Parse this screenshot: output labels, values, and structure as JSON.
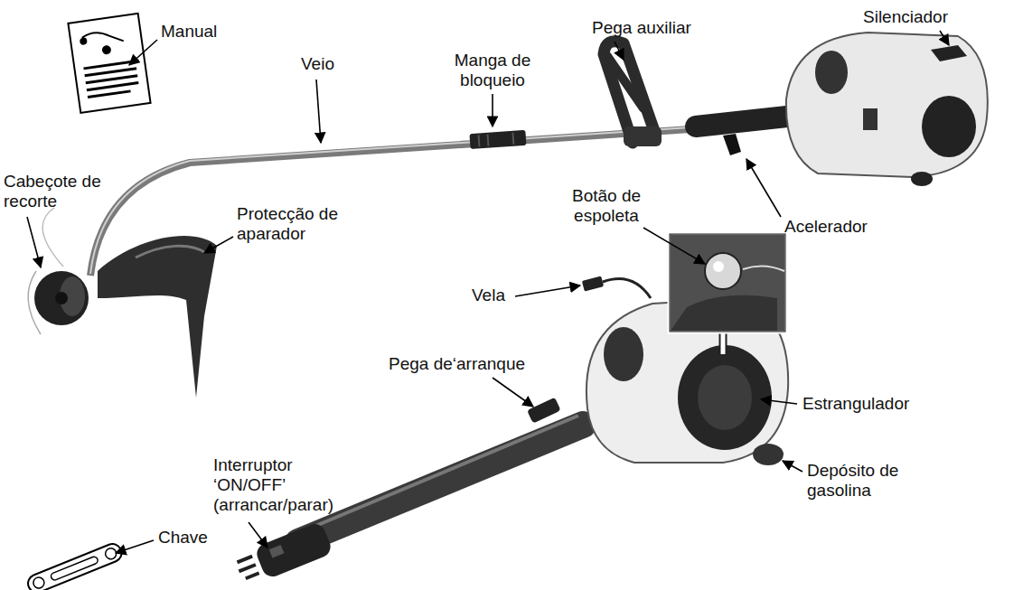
{
  "diagram": {
    "labels": [
      "Manual",
      "Veio",
      "Manga de bloqueio",
      "Pega auxiliar",
      "Silenciador",
      "Cabeçote de recorte",
      "Protecção de aparador",
      "Botão de espoleta",
      "Acelerador",
      "Vela",
      "Pega de‘arranque",
      "Interruptor ‘ON/OFF’ (arrancar/parar)",
      "Estrangulador",
      "Depósito de gasolina",
      "Chave"
    ]
  }
}
